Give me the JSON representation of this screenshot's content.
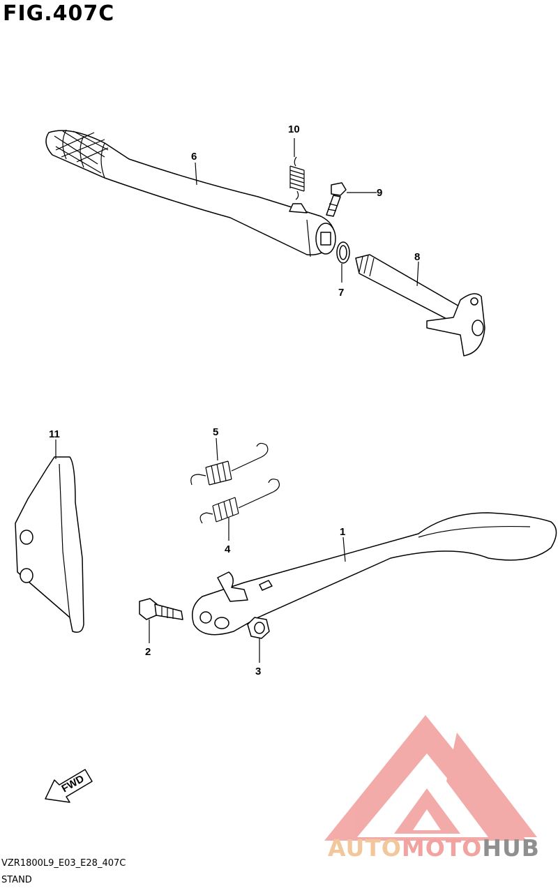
{
  "figure": {
    "title": "FIG.407C",
    "code": "VZR1800L9_E03_E28_407C",
    "name": "STAND"
  },
  "callouts": [
    {
      "id": "1"
    },
    {
      "id": "2"
    },
    {
      "id": "3"
    },
    {
      "id": "4"
    },
    {
      "id": "5"
    },
    {
      "id": "6"
    },
    {
      "id": "7"
    },
    {
      "id": "8"
    },
    {
      "id": "9"
    },
    {
      "id": "10"
    },
    {
      "id": "11"
    }
  ],
  "fwd_label": "FWD",
  "watermark": {
    "part1": "AUTO",
    "part2": "MOTO",
    "part3": "HUB",
    "colors": {
      "auto": "#f3c79c",
      "moto": "#f2a3a0",
      "hub": "#8f8f8f",
      "logo": "#f2a3a0"
    }
  }
}
